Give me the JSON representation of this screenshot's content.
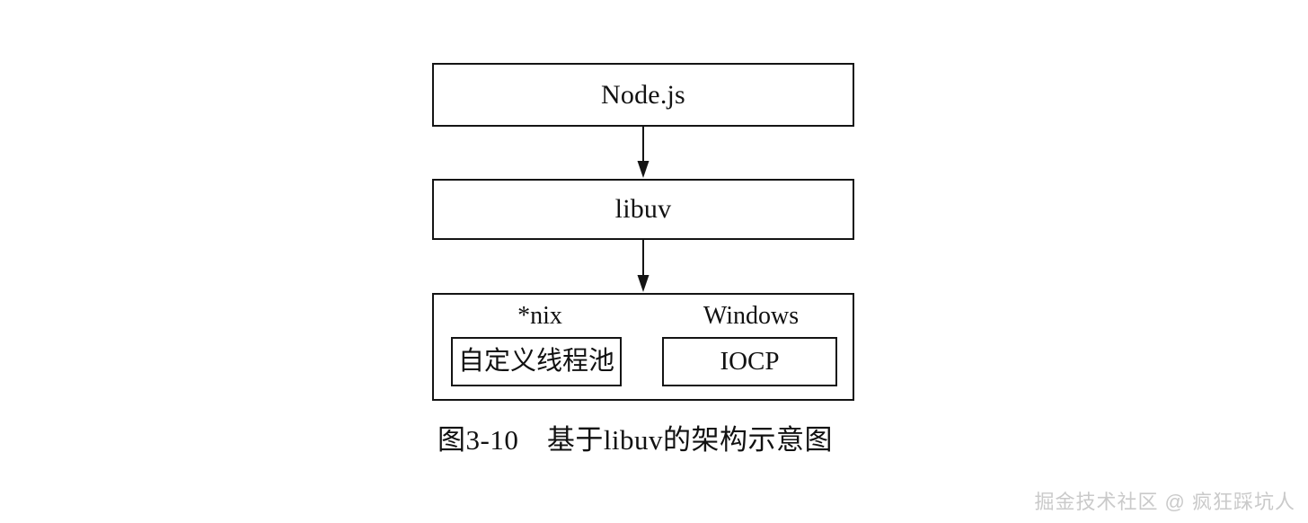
{
  "figure": {
    "caption": "图3-10　基于libuv的架构示意图",
    "background_color": "#ffffff",
    "stroke_color": "#141414",
    "text_color": "#111111"
  },
  "diagram": {
    "type": "layered-block-diagram",
    "layers": [
      {
        "id": "node",
        "label": "Node.js"
      },
      {
        "id": "libuv",
        "label": "libuv"
      },
      {
        "id": "platform",
        "columns": [
          {
            "id": "nix",
            "title": "*nix",
            "component": "自定义线程池"
          },
          {
            "id": "windows",
            "title": "Windows",
            "component": "IOCP"
          }
        ]
      }
    ],
    "arrows": [
      {
        "id": "node-to-libuv",
        "from": "Node.js",
        "to": "libuv",
        "direction": "down"
      },
      {
        "id": "libuv-to-platform",
        "from": "libuv",
        "to": "platform",
        "direction": "down"
      }
    ]
  },
  "watermark": {
    "text": "掘金技术社区 @ 疯狂踩坑人",
    "color": "#cacaca"
  }
}
